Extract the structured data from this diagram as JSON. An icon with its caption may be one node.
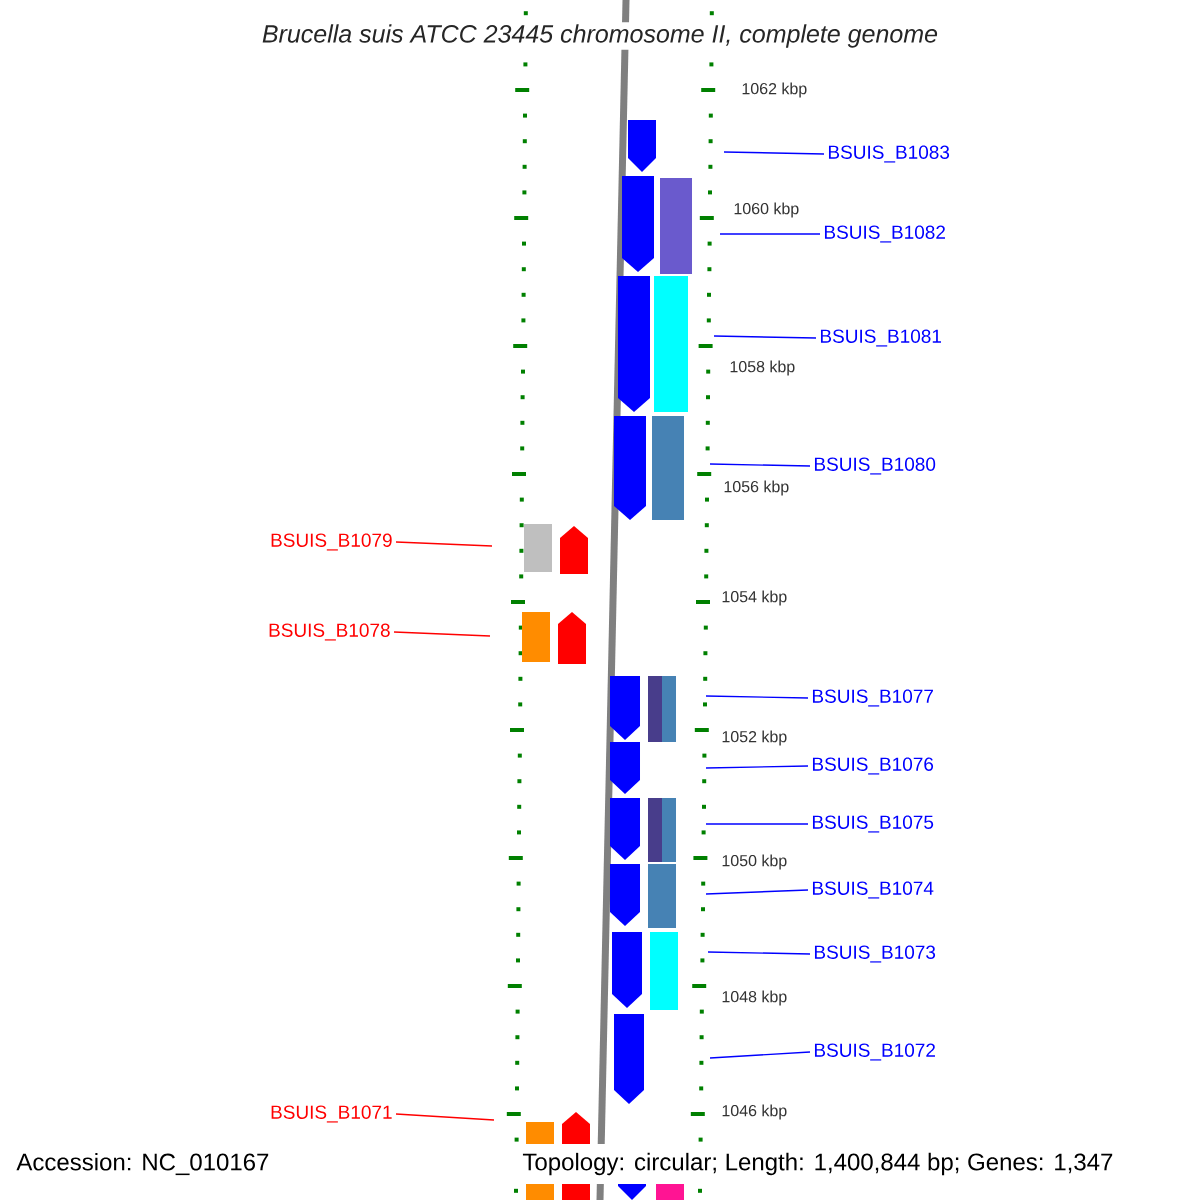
{
  "diagram": {
    "title": "Brucella suis ATCC 23445 chromosome II, complete genome",
    "nodes": [
      {
        "text": [
          "BSUIS_B1083"
        ]
      },
      {
        "text": [
          "BSUIS_B1082"
        ]
      },
      {
        "text": [
          "BSUIS_B1081"
        ]
      },
      {
        "text": [
          "BSUIS_B1080"
        ]
      },
      {
        "text": [
          "BSUIS_B1079"
        ]
      },
      {
        "text": [
          "BSUIS_B1078"
        ]
      },
      {
        "text": [
          "BSUIS_B1077"
        ]
      },
      {
        "text": [
          "BSUIS_B1076"
        ]
      },
      {
        "text": [
          "BSUIS_B1075"
        ]
      },
      {
        "text": [
          "BSUIS_B1074"
        ]
      },
      {
        "text": [
          "BSUIS_B1073"
        ]
      },
      {
        "text": [
          "BSUIS_B1072"
        ]
      },
      {
        "text": [
          "BSUIS_B1071"
        ]
      }
    ],
    "edges": [
      {
        "from": 0,
        "to": null,
        "arrow": "none"
      },
      {
        "from": 1,
        "to": null,
        "arrow": "none"
      },
      {
        "from": 2,
        "to": null,
        "arrow": "none"
      },
      {
        "from": 3,
        "to": null,
        "arrow": "none"
      },
      {
        "from": 4,
        "to": null,
        "arrow": "none",
        "color": "#ff0000"
      },
      {
        "from": 5,
        "to": null,
        "arrow": "none",
        "color": "#ff0000"
      },
      {
        "from": 6,
        "to": null,
        "arrow": "none"
      },
      {
        "from": 7,
        "to": null,
        "arrow": "none"
      },
      {
        "from": 8,
        "to": null,
        "arrow": "none"
      },
      {
        "from": 9,
        "to": null,
        "arrow": "none"
      },
      {
        "from": 10,
        "to": null,
        "arrow": "none"
      },
      {
        "from": 11,
        "to": null,
        "arrow": "none"
      },
      {
        "from": 12,
        "to": null,
        "arrow": "none",
        "color": "#ff0000"
      }
    ],
    "labels": [
      "1062 kbp",
      "1060 kbp",
      "1058 kbp",
      "1056 kbp",
      "1054 kbp",
      "1052 kbp",
      "1050 kbp",
      "1048 kbp",
      "1046 kbp",
      "Accession: NC_010167",
      "Topology: circular; Length: 1,400,844 bp; Genes: 1,347"
    ]
  }
}
